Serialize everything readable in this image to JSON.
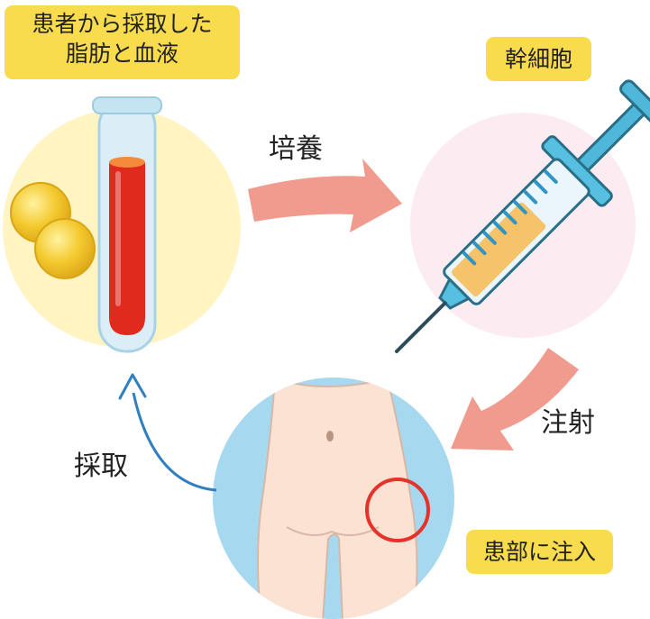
{
  "labels": {
    "source_line1": "患者から採取した",
    "source_line2": "脂肪と血液",
    "stem_cells": "幹細胞",
    "target": "患部に注入",
    "culture": "培養",
    "injection": "注射",
    "collection": "採取"
  },
  "colors": {
    "label_box": "#f9dc4d",
    "circle_source": "#fff4c2",
    "circle_syringe": "#fcebf0",
    "circle_body": "#a6d8f0",
    "arrow_thick": "#f19b8e",
    "arrow_thin": "#2f7fc1",
    "blood": "#e02a1e",
    "fat": "#f2c92d",
    "skin": "#fbe2d3",
    "highlight_ring": "#e5332a"
  }
}
